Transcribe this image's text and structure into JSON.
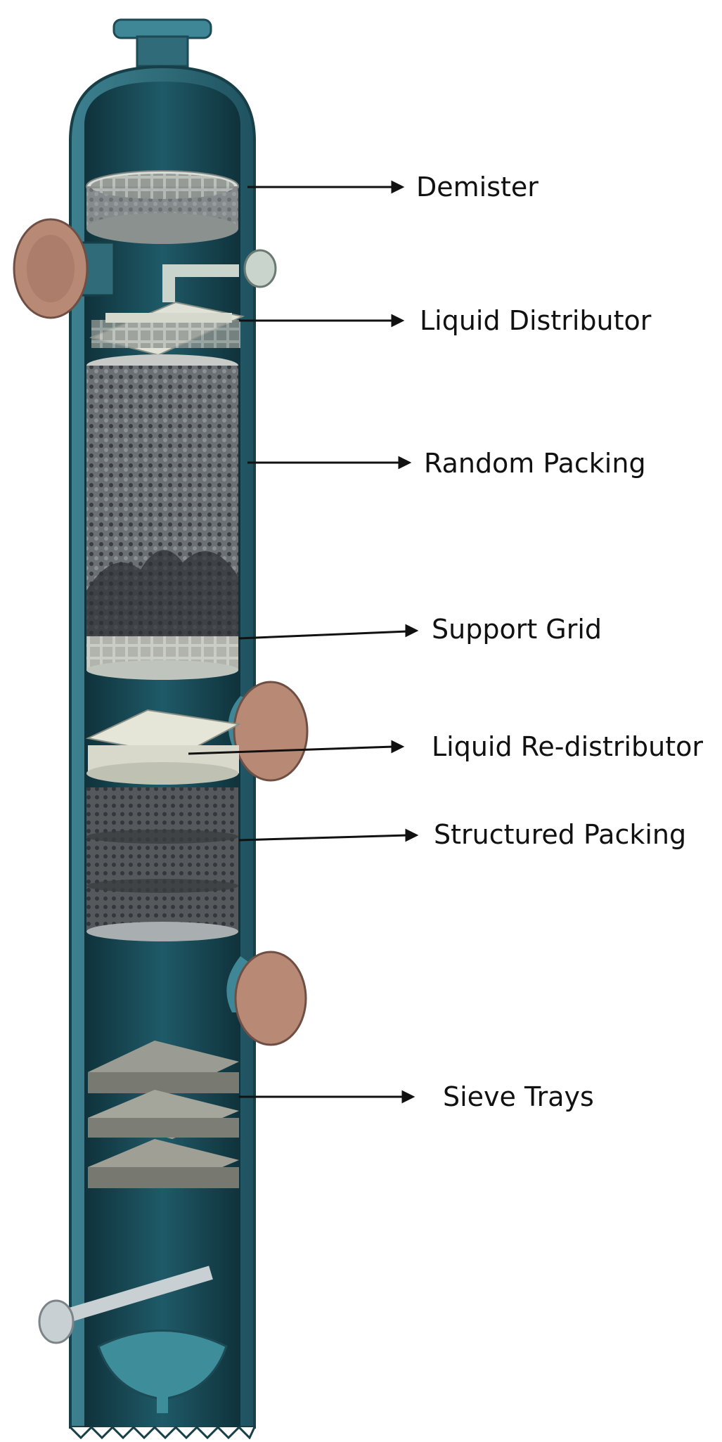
{
  "colors": {
    "shell": "#2f6b78",
    "shell_dark": "#1c4a55",
    "interior": "#17414b",
    "flange": "#b88a76",
    "packing": "#555a5e",
    "tray": "#8f8f88",
    "ceramic": "#e6e6d8",
    "leader": "#111111"
  },
  "labels": [
    {
      "id": "demister",
      "text": "Demister"
    },
    {
      "id": "liquid_distributor",
      "text": "Liquid Distributor"
    },
    {
      "id": "random_packing",
      "text": "Random Packing"
    },
    {
      "id": "support_grid",
      "text": "Support Grid"
    },
    {
      "id": "liquid_redistributor",
      "text": "Liquid Re-distributor"
    },
    {
      "id": "structured_packing",
      "text": "Structured Packing"
    },
    {
      "id": "sieve_trays",
      "text": "Sieve Trays"
    }
  ]
}
